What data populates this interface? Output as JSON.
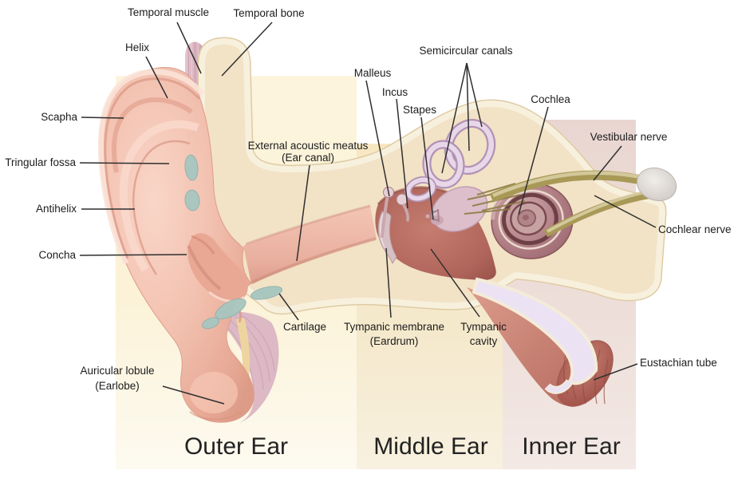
{
  "diagram": {
    "labels": {
      "temporal_muscle": "Temporal muscle",
      "temporal_bone": "Temporal bone",
      "helix": "Helix",
      "scapha": "Scapha",
      "tringular_fossa": "Tringular fossa",
      "antihelix": "Antihelix",
      "concha": "Concha",
      "auricular_lobule_line1": "Auricular lobule",
      "auricular_lobule_line2": "(Earlobe)",
      "cartilage": "Cartilage",
      "external_acoustic_meatus_line1": "External acoustic meatus",
      "external_acoustic_meatus_line2": "(Ear canal)",
      "malleus": "Malleus",
      "incus": "Incus",
      "stapes": "Stapes",
      "semicircular_canals": "Semicircular canals",
      "cochlea": "Cochlea",
      "vestibular_nerve": "Vestibular nerve",
      "cochlear_nerve": "Cochlear nerve",
      "tympanic_membrane_line1": "Tympanic membrane",
      "tympanic_membrane_line2": "(Eardrum)",
      "tympanic_cavity_line1": "Tympanic",
      "tympanic_cavity_line2": "cavity",
      "eustachian_tube": "Eustachian tube"
    },
    "sections": {
      "outer_ear": "Outer Ear",
      "middle_ear": "Middle Ear",
      "inner_ear": "Inner Ear"
    },
    "colors": {
      "background": "#ffffff",
      "outer_band": "#fbf2d8",
      "middle_band": "#f6e7c2",
      "inner_band": "#ead8d3",
      "bone": "#f2e2c6",
      "bone_speckle": "#c98e5d",
      "skin": "#f3c2b1",
      "muscle": "#dab3bf",
      "tympanic_cavity": "#b06357",
      "semicircular_canal": "#e8d6e9",
      "cochlea": "#a9767c",
      "nerve": "#a89957",
      "cartilage": "#a7c6bf",
      "eustachian_lumen": "#ebe3f4",
      "label_text": "#1c1c1c",
      "leader_line": "#2f2f2f"
    }
  }
}
